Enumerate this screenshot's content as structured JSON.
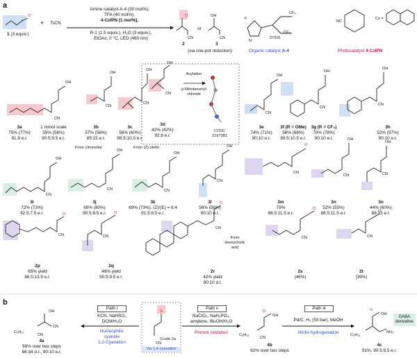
{
  "panels": {
    "a": "a",
    "b": "b"
  },
  "scheme_a": {
    "substrate_label": "1",
    "substrate_equiv": "(3 equiv.)",
    "plus": "+",
    "reagent": "TsCN",
    "conditions": [
      "Amine catalyst A-4 (30 mol%),",
      "TFA (40 mol%),",
      "4-CzIPN (1 mol%),",
      "R-1 (1.5 equiv.), H₂O (3 equiv.),",
      "EtOAc, 0 °C, LED (460 nm)"
    ],
    "product2": "2",
    "or": "or",
    "product3": "3",
    "note": "(via one-pot reduction)",
    "catalyst_label_prefix": "Organic catalyst ",
    "catalyst_label_id": "A-4",
    "photocat_label_prefix": "Photocatalyst ",
    "photocat_label_id": "4-CzIPN",
    "cz_eq": "Cz =",
    "otds": "OTDS",
    "cf3": "CF₃"
  },
  "compounds": [
    {
      "id": "3a",
      "lines": [
        "75% (77%)",
        "91.9 e.r."
      ],
      "extra": [
        "1 mmol scale",
        "55% (58%)",
        "90.5:9.5 e.r."
      ]
    },
    {
      "id": "3b",
      "lines": [
        "57% (56%)",
        "85:15 e.r."
      ]
    },
    {
      "id": "3c",
      "lines": [
        "56% (60%)",
        "89.5:10.5 e.r."
      ]
    },
    {
      "id": "3d",
      "lines": [
        "42% (42%)",
        "92:8 e.r."
      ]
    },
    {
      "id": "3e",
      "lines": [
        "74% (71%)",
        "90:10 e.r."
      ]
    },
    {
      "id": "3f (R = OMe)",
      "lines": [
        "58% (66%)",
        "89.5:10.5 e.r."
      ]
    },
    {
      "id": "3g (R = CF₃)",
      "lines": [
        "70% (78%)",
        "90:10 e.r."
      ]
    },
    {
      "id": "3h",
      "lines": [
        "52% (57%)",
        "90:10 e.r."
      ]
    },
    {
      "id": "3i",
      "lines": [
        "72% (73%)",
        "92.5:7.5 e.r."
      ]
    },
    {
      "id": "3j",
      "lines": [
        "68% (80%)",
        "90.5:9.5 e.r."
      ]
    },
    {
      "id": "3k",
      "lines": [
        "69% (73%). (Z)/(E) = 6:4",
        "91.5:8.5 e.r."
      ]
    },
    {
      "id": "3l",
      "lines": [
        "56% (56%)",
        "90:10 e.r."
      ]
    },
    {
      "id": "2m",
      "lines": [
        "79%",
        "88.5:11.5 e.r."
      ]
    },
    {
      "id": "3n",
      "lines": [
        "52% (55%)",
        "88.5:11.5 e.r."
      ]
    },
    {
      "id": "3o",
      "lines": [
        "44% (60%)",
        "88:12 e.r."
      ]
    },
    {
      "id": "2p",
      "lines": [
        "65% yield",
        "86.5:13.5 e.r."
      ]
    },
    {
      "id": "2q",
      "lines": [
        "46% yield",
        "90.5:9.5 e.r."
      ]
    },
    {
      "id": "2r",
      "lines": [
        "42% yield",
        "90:10 d.r."
      ]
    },
    {
      "id": "2s",
      "lines": [
        "(46%)"
      ]
    },
    {
      "id": "2t",
      "lines": [
        "(39%)"
      ]
    }
  ],
  "annotations": {
    "acylation": "Acylation",
    "acyl_reagent": "p-Nitrobenzoyl",
    "acyl_reagent2": "chloride",
    "ccdc": "CCDC",
    "ccdc_no": "2197381",
    "from_citronellal": "From citronellal",
    "from_z_olefin": "From (Z)-olefin",
    "from_deoxycholic": "From",
    "from_deoxycholic2": "deoxycholic",
    "from_deoxycholic3": "acid"
  },
  "scheme_b": {
    "crude": "Crude 2a",
    "via": "Via 1,4-cyanation",
    "path_i": "Path i",
    "path_i_cond": "KCN, NaHSO₃",
    "path_i_cond2": "DCM/H₂O",
    "path_i_name": "Nucleophilic",
    "path_i_name2": "cyanide",
    "path_i_name3": "1,2-Cyanation",
    "p4a": "4a",
    "p4a_yield": "69% over two steps",
    "p4a_er": "66:34 d.r., 90:10 e.r.",
    "path_ii": "Path ii",
    "path_ii_cond": "NaClO₂, NaH₂PO₄,",
    "path_ii_cond2": "amylene, ᵗBuOH/H₂O",
    "path_ii_name": "Pinnick oxidation",
    "p4b": "4b",
    "p4b_yield": "62% over two steps",
    "path_iii": "Path iii",
    "path_iii_cond": "Pd/C, H₂ (50 bar), MeOH",
    "path_iii_name": "Nitrile hydrogenation",
    "p4c": "4c",
    "p4c_yield": "91%, 90.5:9.5 e.r.",
    "gaba": "GABA",
    "gaba2": "derivative",
    "c5h11": "C₅H₁₁"
  }
}
